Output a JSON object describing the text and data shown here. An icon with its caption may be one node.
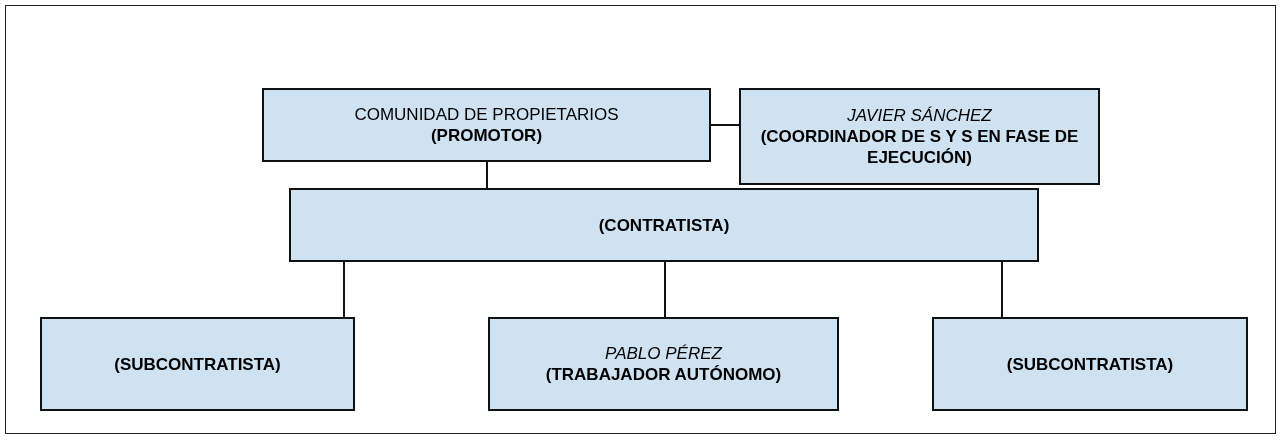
{
  "diagram": {
    "nodes": [
      {
        "text": [
          "COMUNIDAD DE PROPIETARIOS",
          "(PROMOTOR)"
        ]
      },
      {
        "text": [
          "JAVIER SÁNCHEZ",
          "(COORDINADOR DE S Y S EN FASE DE EJECUCIÓN)"
        ]
      },
      {
        "text": [
          "(CONTRATISTA)"
        ]
      },
      {
        "text": [
          "(SUBCONTRATISTA)"
        ]
      },
      {
        "text": [
          "PABLO PÉREZ",
          "(TRABAJADOR AUTÓNOMO)"
        ]
      },
      {
        "text": [
          "(SUBCONTRATISTA)"
        ]
      }
    ],
    "edges": [
      {
        "from": 0,
        "to": 1,
        "arrow": "none"
      },
      {
        "from": 0,
        "to": 2,
        "arrow": "none"
      },
      {
        "from": 2,
        "to": 3,
        "arrow": "none"
      },
      {
        "from": 2,
        "to": 4,
        "arrow": "none"
      },
      {
        "from": 2,
        "to": 5,
        "arrow": "none"
      }
    ]
  }
}
